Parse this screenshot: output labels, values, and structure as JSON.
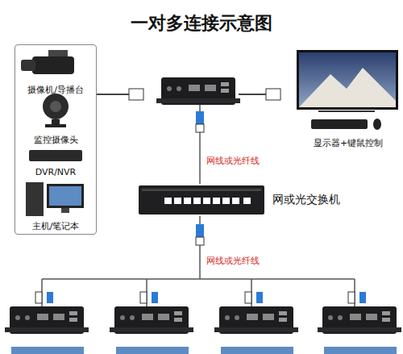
{
  "diagram": {
    "title": "一对多连接示意图",
    "nodes": [
      {
        "text": [
          "摄像机/导播台",
          "监控摄像头",
          "DVR/NVR",
          "主机/笔记本"
        ]
      },
      {
        "text": [
          "显示器+键鼠控制"
        ]
      },
      {
        "text": [
          "网或光交换机"
        ]
      }
    ],
    "labels": [
      "网线或光纤线",
      "网线或光纤线"
    ]
  }
}
